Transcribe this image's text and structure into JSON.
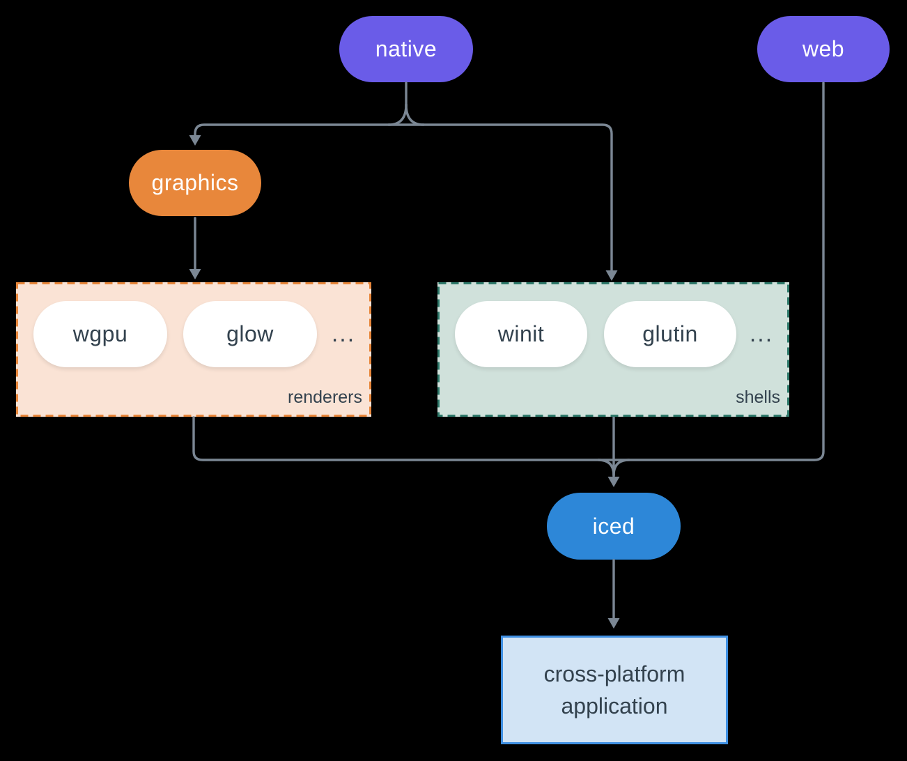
{
  "diagram": {
    "background": "#000000",
    "connector_color": "#7b8794",
    "nodes": {
      "native": {
        "label": "native",
        "color": "#6a5ce8"
      },
      "web": {
        "label": "web",
        "color": "#6a5ce8"
      },
      "graphics": {
        "label": "graphics",
        "color": "#e8873b"
      },
      "iced": {
        "label": "iced",
        "color": "#2d87d8"
      },
      "application": {
        "line1": "cross-platform",
        "line2": "application",
        "fill": "#d2e4f5",
        "border": "#4090e2",
        "text_color": "#33424e"
      }
    },
    "groups": {
      "renderers": {
        "label": "renderers",
        "items": [
          "wgpu",
          "glow"
        ],
        "ellipsis": "...",
        "fill": "#fae3d5",
        "border": "#e8873b",
        "item_text_color": "#33424e"
      },
      "shells": {
        "label": "shells",
        "items": [
          "winit",
          "glutin"
        ],
        "ellipsis": "...",
        "fill": "#d0e1db",
        "border": "#2f7a6b",
        "item_text_color": "#33424e"
      }
    }
  }
}
